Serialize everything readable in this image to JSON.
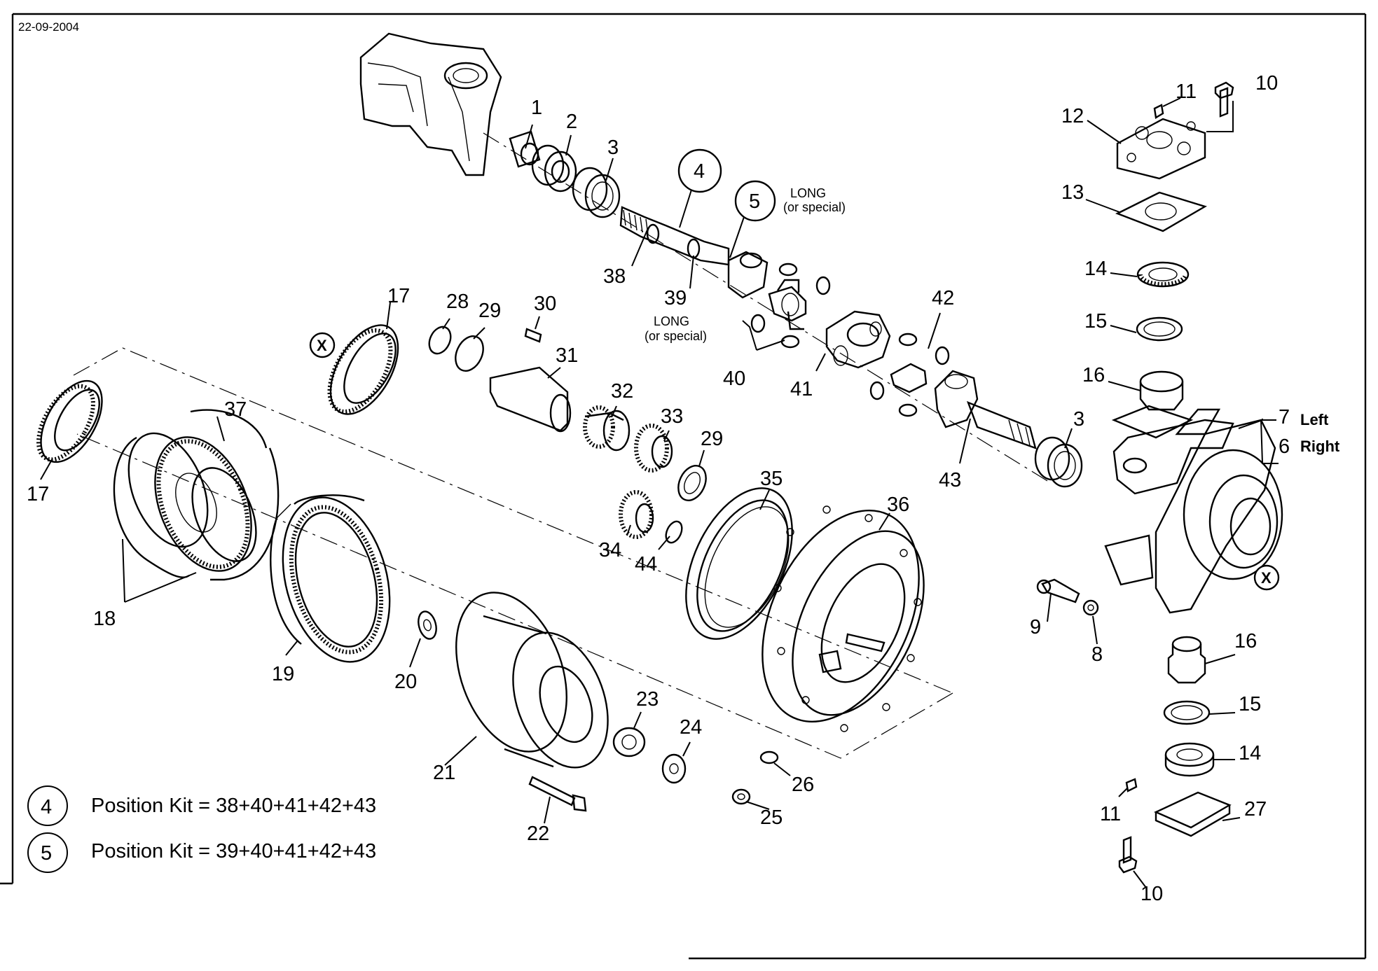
{
  "header": {
    "date": "22-09-2004"
  },
  "callouts": {
    "c1": "1",
    "c2": "2",
    "c3a": "3",
    "c3b": "3",
    "c4": "4",
    "c5": "5",
    "c6": "6",
    "c7": "7",
    "c8": "8",
    "c9": "9",
    "c10a": "10",
    "c10b": "10",
    "c11a": "11",
    "c11b": "11",
    "c12": "12",
    "c13": "13",
    "c14a": "14",
    "c14b": "14",
    "c15a": "15",
    "c15b": "15",
    "c16a": "16",
    "c16b": "16",
    "c17a": "17",
    "c17b": "17",
    "c18": "18",
    "c19": "19",
    "c20": "20",
    "c21": "21",
    "c22": "22",
    "c23": "23",
    "c24": "24",
    "c25": "25",
    "c26": "26",
    "c27": "27",
    "c28": "28",
    "c29a": "29",
    "c29b": "29",
    "c30": "30",
    "c31": "31",
    "c32": "32",
    "c33": "33",
    "c34": "34",
    "c35": "35",
    "c36": "36",
    "c37": "37",
    "c38": "38",
    "c39": "39",
    "c40": "40",
    "c41": "41",
    "c42": "42",
    "c43": "43",
    "c44": "44"
  },
  "notes": {
    "long_5": "LONG",
    "special_5": "(or special)",
    "long_39": "LONG",
    "special_39": "(or special)",
    "left_label": "Left",
    "right_label": "Right",
    "x_mark": "X"
  },
  "kits": [
    {
      "circle": "4",
      "text": "Position Kit = 38+40+41+42+43"
    },
    {
      "circle": "5",
      "text": "Position Kit = 39+40+41+42+43"
    }
  ]
}
